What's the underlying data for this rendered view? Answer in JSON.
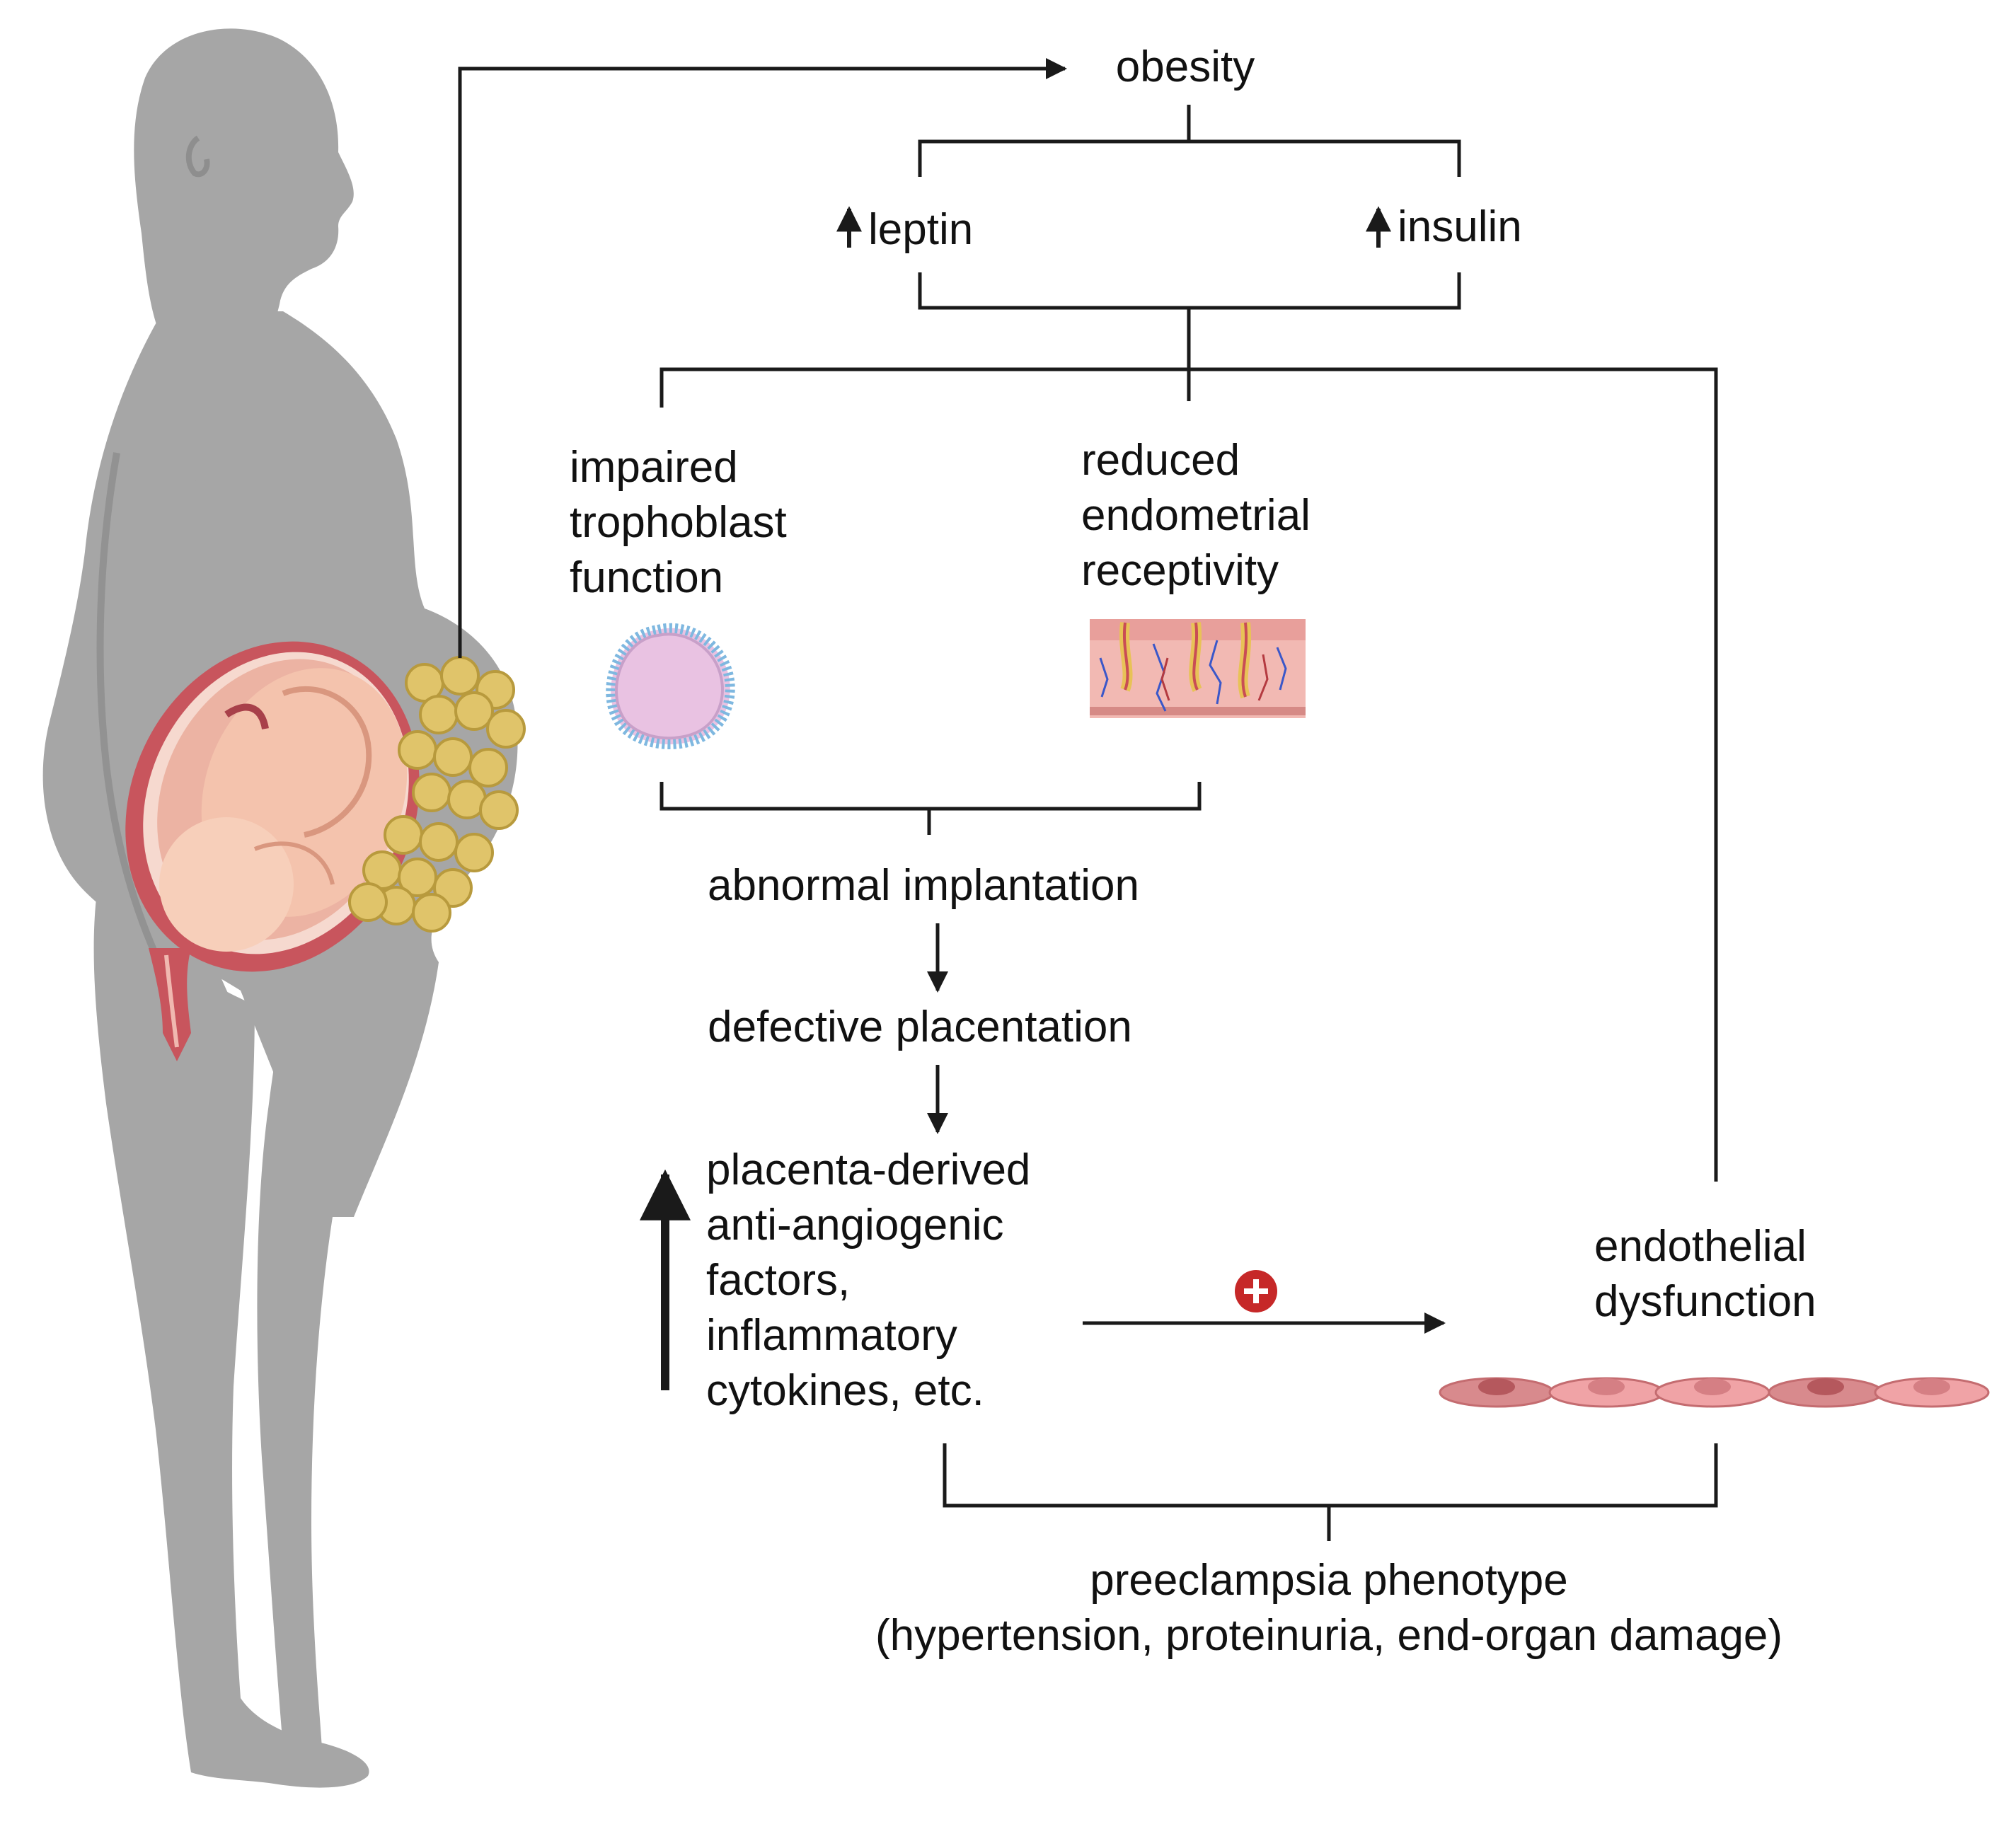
{
  "colors": {
    "line": "#1a1a1a",
    "silhouette": "#a6a6a6",
    "uterus_wall": "#c8555d",
    "fetus": "#f4c3ad",
    "fat_cells": "#e0c46a",
    "trophoblast": "#e9c2e2",
    "endothelial_cell": "#f0a3a6",
    "plus_badge": "#c62828"
  },
  "icons": {
    "person": "pregnant-woman-silhouette-icon",
    "fat": "adipose-tissue-icon",
    "trophoblast": "trophoblast-cell-icon",
    "endometrium": "endometrium-tissue-icon",
    "endothelium": "endothelial-cells-icon",
    "plus": "plus-circle-icon",
    "up_arrow": "up-arrow-icon"
  },
  "nodes": {
    "obesity": "obesity",
    "leptin": "leptin",
    "insulin": "insulin",
    "trophoblast": [
      "impaired",
      "trophoblast",
      "function"
    ],
    "endometrial": [
      "reduced",
      "endometrial",
      "receptivity"
    ],
    "implantation": "abnormal implantation",
    "placentation": "defective placentation",
    "factors": [
      "placenta-derived",
      "anti-angiogenic",
      "factors,",
      "inflammatory",
      "cytokines, etc."
    ],
    "endothelial": [
      "endothelial",
      "dysfunction"
    ],
    "phenotype": [
      "preeclampsia phenotype",
      "(hypertension, proteinuria, end-organ damage)"
    ]
  }
}
